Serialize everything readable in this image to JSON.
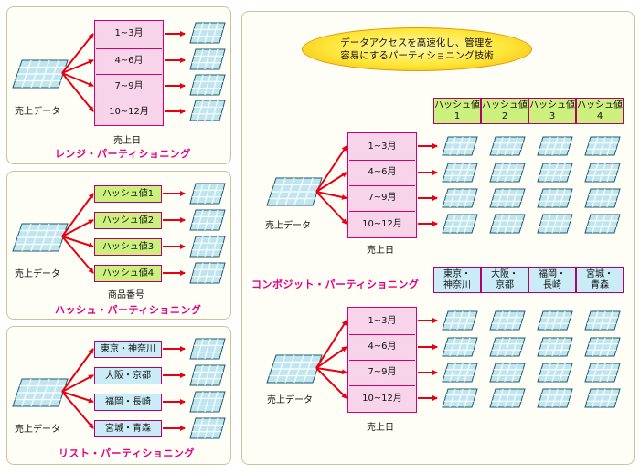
{
  "range": {
    "source_label": "売上データ",
    "partitions": [
      "1~3月",
      "4~6月",
      "7~9月",
      "10~12月"
    ],
    "key_label": "売上日",
    "title": "レンジ・パーティショニング"
  },
  "hash": {
    "source_label": "売上データ",
    "partitions": [
      "ハッシュ値1",
      "ハッシュ値2",
      "ハッシュ値3",
      "ハッシュ値4"
    ],
    "key_label": "商品番号",
    "title": "ハッシュ・パーティショニング"
  },
  "list": {
    "source_label": "売上データ",
    "partitions": [
      "東京・神奈川",
      "大阪・京都",
      "福岡・長崎",
      "宮城・青森"
    ],
    "title": "リスト・パーティショニング"
  },
  "composite": {
    "banner_line1": "データアクセスを高速化し、管理を",
    "banner_line2": "容易にするパーティショニング技術",
    "hash_headers": [
      {
        "line1": "ハッシュ値",
        "line2": "1"
      },
      {
        "line1": "ハッシュ値",
        "line2": "2"
      },
      {
        "line1": "ハッシュ値",
        "line2": "3"
      },
      {
        "line1": "ハッシュ値",
        "line2": "4"
      }
    ],
    "top": {
      "source_label": "売上データ",
      "partitions": [
        "1~3月",
        "4~6月",
        "7~9月",
        "10~12月"
      ],
      "key_label": "売上日"
    },
    "title": "コンポジット・パーティショニング",
    "list_headers": [
      {
        "line1": "東京・",
        "line2": "神奈川"
      },
      {
        "line1": "大阪・",
        "line2": "京都"
      },
      {
        "line1": "福岡・",
        "line2": "長崎"
      },
      {
        "line1": "宮城・",
        "line2": "青森"
      }
    ],
    "bottom": {
      "source_label": "売上データ",
      "partitions": [
        "1~3月",
        "4~6月",
        "7~9月",
        "10~12月"
      ],
      "key_label": "売上日"
    }
  },
  "colors": {
    "accent_pink": "#e4007f",
    "partition_pink": "#f7d4ea",
    "hash_green": "#ccf07e",
    "list_cyan": "#c9ecf6",
    "arrow_red": "#e60012",
    "table_cyan": "#bfe6f0"
  }
}
